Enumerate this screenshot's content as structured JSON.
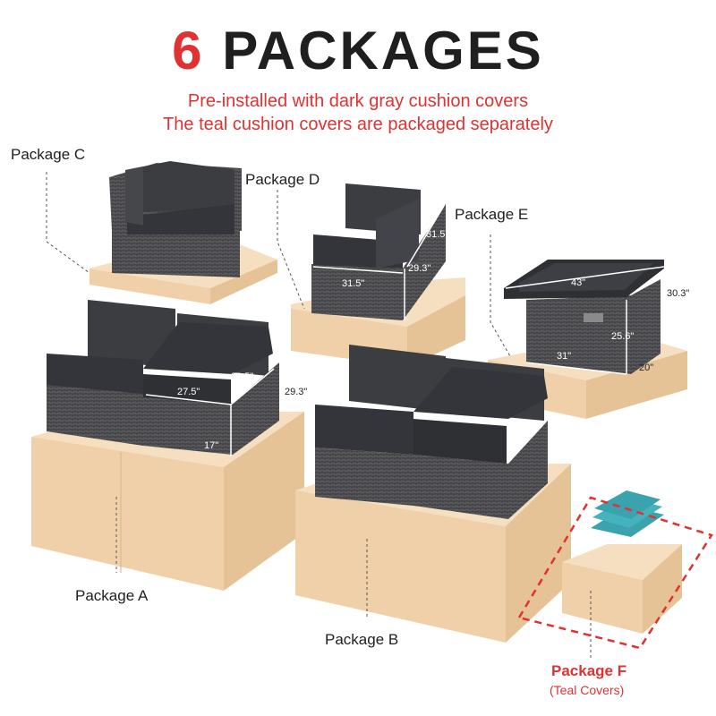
{
  "title": {
    "number": "6",
    "text": "PACKAGES"
  },
  "subtitle": {
    "line1": "Pre-installed with dark gray cushion covers",
    "line2": "The teal cushion covers are packaged separately"
  },
  "packages": {
    "a": "Package A",
    "b": "Package B",
    "c": "Package C",
    "d": "Package D",
    "e": "Package E",
    "f": "Package F",
    "f_note": "(Teal Covers)"
  },
  "dimensions": {
    "armless_width": "27.5\"",
    "armless_depth": "31.5\"",
    "armless_height": "29.3\"",
    "seat_height": "17\"",
    "corner_width": "31.5\"",
    "corner_depth": "31.5\"",
    "corner_height": "29.3\"",
    "table_top_width": "43\"",
    "table_height": "25.6\"",
    "table_base": "31\"",
    "table_depth": "20\"",
    "table_top_depth": "30.3\""
  },
  "colors": {
    "accent_red": "#e03232",
    "box": "#f1d7b5",
    "wicker": "#4a4a4d",
    "cushion": "#3c3d41",
    "teal": "#3aa3ad"
  }
}
